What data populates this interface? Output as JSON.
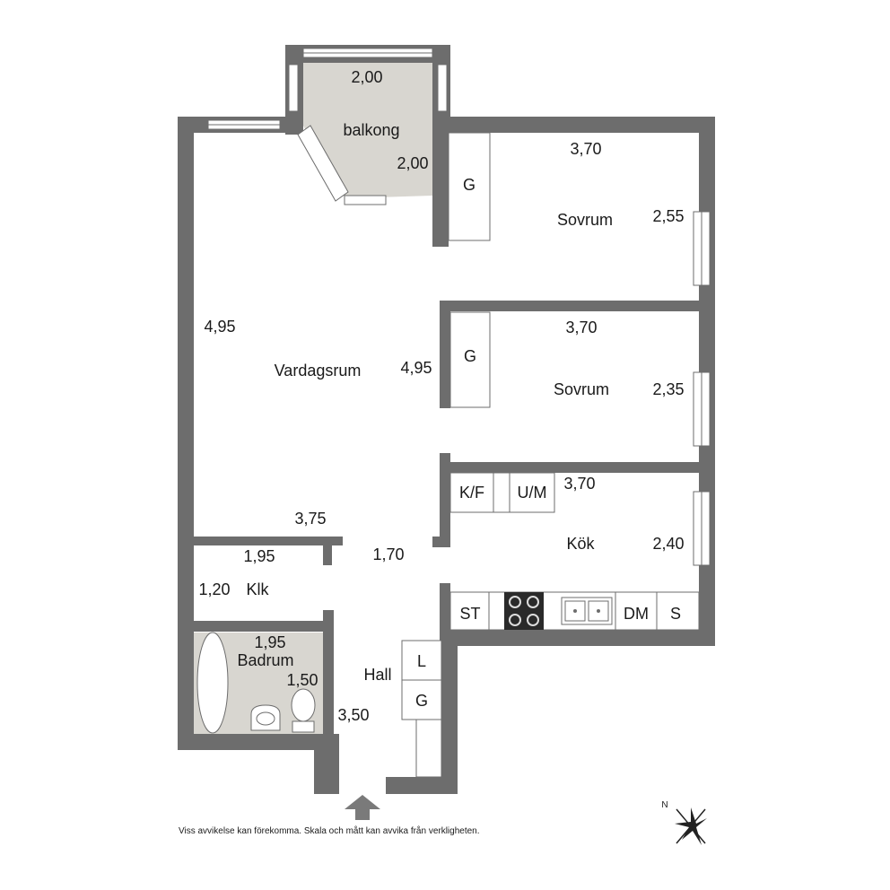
{
  "rooms": {
    "balkong": "balkong",
    "sovrum_1": "Sovrum",
    "sovrum_2": "Sovrum",
    "vardagsrum": "Vardagsrum",
    "kok": "Kök",
    "klk": "Klk",
    "badrum": "Badrum",
    "hall": "Hall"
  },
  "dimensions": {
    "balkong_width": "2,00",
    "balkong_depth": "2,00",
    "sovrum_1_width": "3,70",
    "sovrum_1_depth": "2,55",
    "sovrum_2_width": "3,70",
    "sovrum_2_depth": "2,35",
    "vardagsrum_height": "4,95",
    "vardagsrum_inner": "4,95",
    "vardagsrum_width": "3,75",
    "kok_width": "3,70",
    "kok_depth": "2,40",
    "klk_width": "1,95",
    "klk_depth": "1,20",
    "passage": "1,70",
    "badrum_width": "1,95",
    "badrum_depth": "1,50",
    "hall_length": "3,50"
  },
  "fixtures": {
    "wardrobe_1": "G",
    "wardrobe_2": "G",
    "fridge_freezer": "K/F",
    "micro": "U/M",
    "stove": "ST",
    "dishwasher": "DM",
    "cabinet": "S",
    "hall_l": "L",
    "hall_g": "G"
  },
  "compass": {
    "north_label": "N"
  },
  "disclaimer": "Viss avvikelse kan förekomma. Skala och mått kan avvika från verkligheten."
}
